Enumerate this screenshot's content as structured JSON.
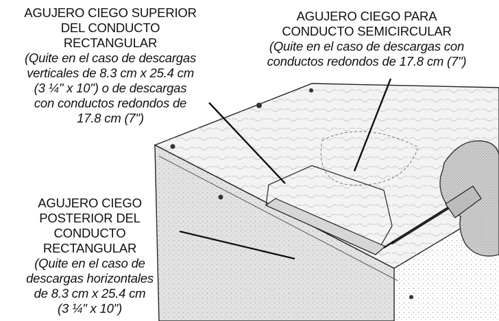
{
  "callouts": {
    "top_left": {
      "heading": "AGUJERO CIEGO SUPERIOR\nDEL CONDUCTO\nRECTANGULAR",
      "note": "(Quite en el caso de descargas\nverticales de 8.3 cm x 25.4 cm\n(3 ¼\" x 10\") o de descargas\ncon conductos redondos de\n17.8 cm (7\")"
    },
    "top_right": {
      "heading": "AGUJERO CIEGO PARA\nCONDUCTO SEMICIRCULAR",
      "note": "(Quite en el caso de descargas con\nconductos redondos de 17.8 cm (7\")"
    },
    "bottom_left": {
      "heading": "AGUJERO CIEGO\nPOSTERIOR DEL\nCONDUCTO\nRECTANGULAR",
      "note": "(Quite en el caso de\ndescargas horizontales\nde 8.3 cm x 25.4 cm\n(3 ¼\" x 10\")"
    }
  },
  "colors": {
    "line": "#111111",
    "panel_top": "#f1f1f1",
    "panel_side": "#e4e4e4",
    "stipple": "#9a9a9a",
    "hand": "#cfcfcf"
  }
}
